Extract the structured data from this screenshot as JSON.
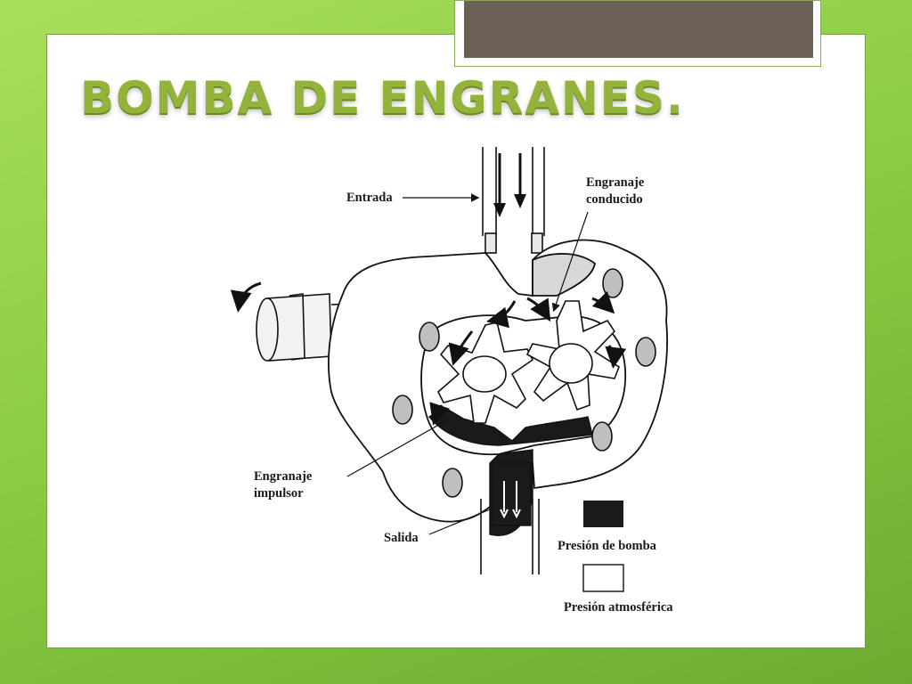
{
  "slide": {
    "title": "BOMBA DE ENGRANES."
  },
  "diagram": {
    "labels": {
      "entrada": "Entrada",
      "engranaje_conducido_1": "Engranaje",
      "engranaje_conducido_2": "conducido",
      "engranaje_impulsor_1": "Engranaje",
      "engranaje_impulsor_2": "impulsor",
      "salida": "Salida"
    },
    "legend": {
      "pump_pressure": "Presión de bomba",
      "atmospheric_pressure": "Presión atmosférica"
    }
  },
  "colors": {
    "background_green": "#8ccd43",
    "title_green": "#93b33a",
    "header_bar": "#6b6255",
    "ink": "#1a1a1a"
  }
}
